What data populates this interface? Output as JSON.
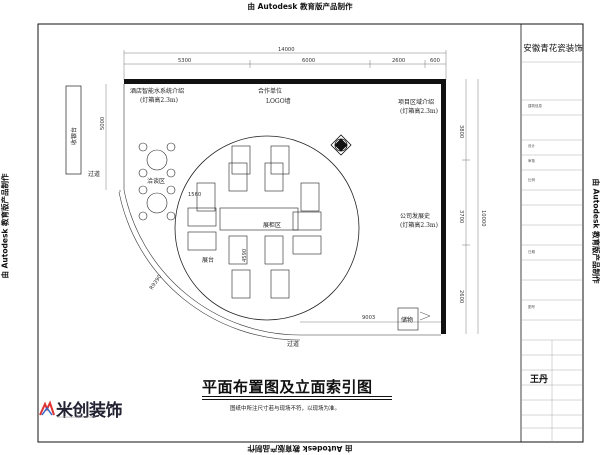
{
  "watermark": "由 Autodesk 教育版产品制作",
  "company": "安徽青花瓷装饰",
  "title": "平面布置图及立面索引图",
  "note": "图纸中所注尺寸若与现场不符，以现场为准。",
  "logo": {
    "text": "米创装饰",
    "sub": "MI CHUANG DECORATION"
  },
  "dimensions": {
    "top_total": "14000",
    "top_segments": [
      "5300",
      "6000",
      "2600"
    ],
    "top_right": "600",
    "right_total": "10000",
    "right_segments": [
      "3800",
      "3700",
      "2600"
    ],
    "left_segment": "5000",
    "bottom": "9003",
    "radius": "R9390",
    "slot_dim": "4590",
    "arc_dim": "1560"
  },
  "labels": {
    "poster_top_left": "酒店智能水系统介绍",
    "poster_top_left_sub": "(灯箱高2.3m)",
    "cooperation": "合作单位",
    "logo_wall": "LOGO墙",
    "project_intro": "项目区域介绍",
    "project_intro_sub": "(灯箱高2.3m)",
    "window_stage": "收银台",
    "negotiation": "洽谈区",
    "outer_wall": "过道",
    "company_dev": "公司发展史",
    "company_dev_sub": "(灯箱高2.3m)",
    "exhibition": "展柜区",
    "platform": "展台",
    "bottom_wall": "过道",
    "storage": "储物"
  },
  "title_block": {
    "drawing_label": "建筑信息",
    "designer": "设计",
    "checker": "审核",
    "scale": "比例",
    "date": "日期",
    "sheet_no": "图号",
    "signature": "王丹"
  }
}
